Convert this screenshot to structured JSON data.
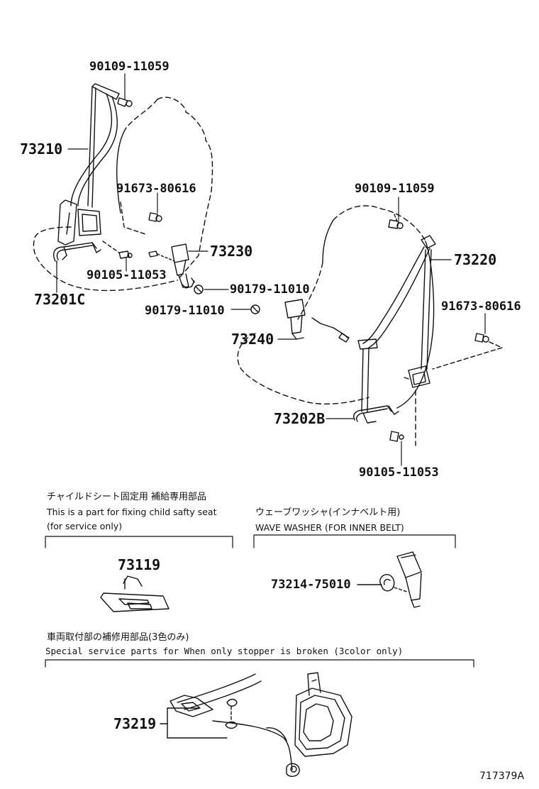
{
  "labels": {
    "p90109_top": "90109-11059",
    "p73210": "73210",
    "p91673_left": "91673-80616",
    "p73230": "73230",
    "p90105_left": "90105-11053",
    "p73201c": "73201C",
    "p90179_right": "90179-11010",
    "p90179_left": "90179-11010",
    "p90109_right": "90109-11059",
    "p73220": "73220",
    "p91673_right": "91673-80616",
    "p73240": "73240",
    "p73202b": "73202B",
    "p90105_right": "90105-11053",
    "p73119": "73119",
    "p73214": "73214-75010",
    "p73219": "73219"
  },
  "notes": {
    "child_seat_jp": "チャイルドシート固定用 補給専用部品",
    "child_seat_en1": "This is a part for fixing child safty seat",
    "child_seat_en2": "(for service only)",
    "washer_jp": "ウェーブワッシャ(インナベルト用)",
    "washer_en": "WAVE WASHER (FOR INNER BELT)",
    "stopper_jp": "車両取付部の補修用部品(3色のみ)",
    "stopper_en": "Special  service  parts  for  When  only  stopper  is  broken  (3color  only)"
  },
  "figure_id": "717379A"
}
